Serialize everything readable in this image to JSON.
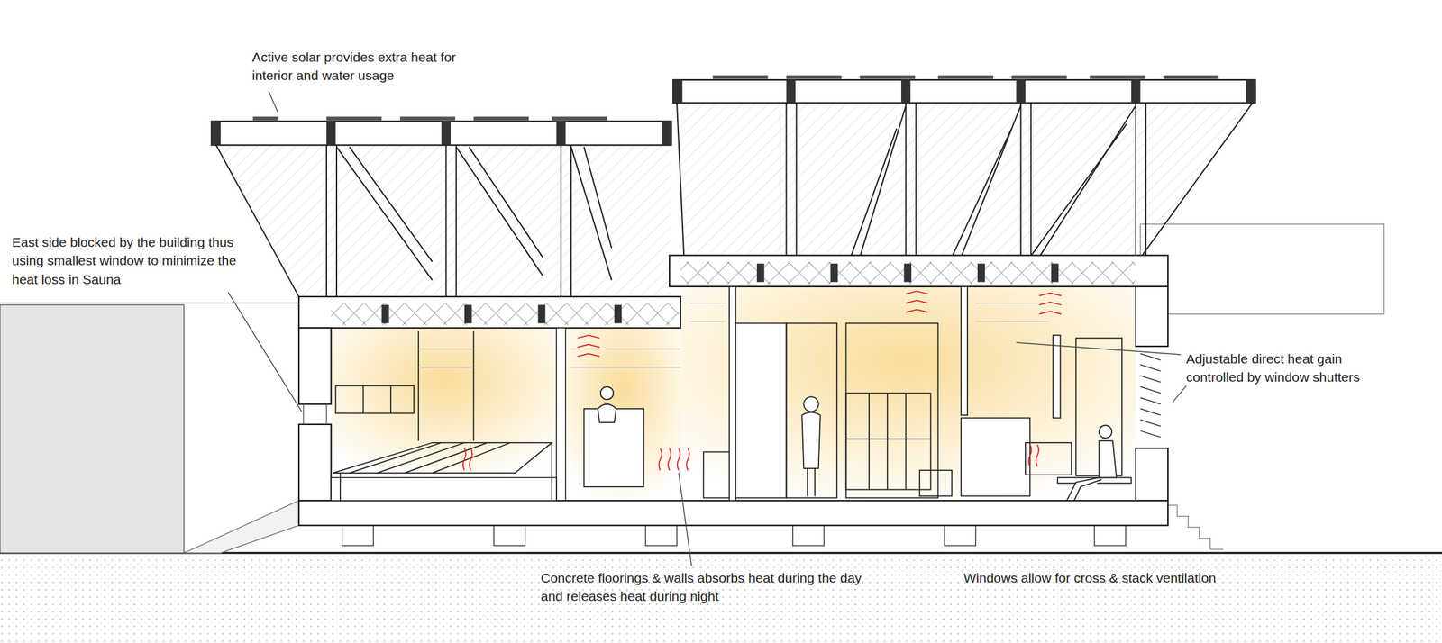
{
  "diagram": {
    "labels": [
      "Active solar provides extra heat for interior and water usage",
      "East side blocked by the building thus using smallest window to minimize the heat loss in Sauna",
      "Adjustable direct heat gain controlled by window shutters",
      "Concrete floorings & walls absorbs heat during the day and releases heat during night",
      "Windows allow for cross & stack ventilation"
    ]
  }
}
